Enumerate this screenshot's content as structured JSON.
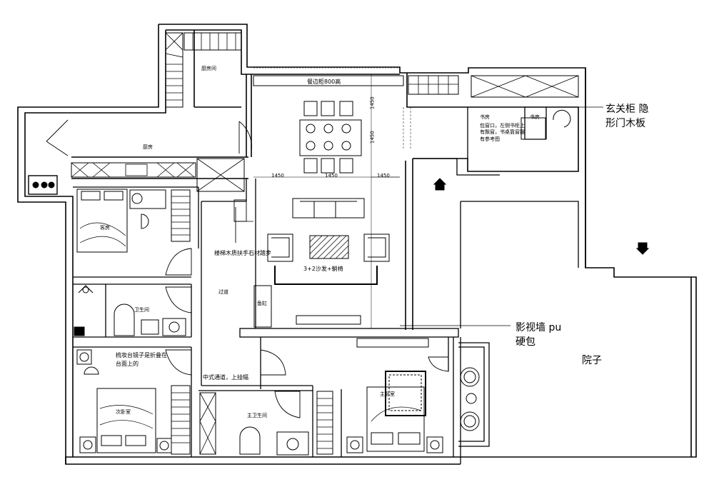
{
  "plan": {
    "rooms": {
      "kitchen_top": "厨房间",
      "kitchen": "厨房",
      "guest_room": "客房",
      "guest_bath": "卫生间",
      "second_bedroom": "次卧室",
      "corridor": "过道",
      "fish_tank": "鱼缸",
      "study_left": "书房",
      "study_right": "书房",
      "master_bedroom": "主卧室",
      "master_bath": "主卫生间",
      "yard": "院子"
    },
    "annotations": {
      "sideboard": "餐边柜800高",
      "stair_note": "楼梯木质扶手石材踏步",
      "sofa_set": "3+2沙发+躺椅",
      "chinese_arch": "中式通道，上挂幅",
      "dressing_table": "梳妆台镜子是折叠在",
      "dressing_table_2": "台面上的",
      "study_note": [
        "包窗口，左侧书柜上",
        "有飘窗，书桌靠窗摆",
        "有参考图"
      ],
      "entry_cabinet": [
        "玄关柜 隐",
        "形门木板"
      ],
      "tv_wall": [
        "影视墙 pu",
        "硬包"
      ]
    },
    "dimensions": {
      "d1": "1450",
      "d2": "1450",
      "d3": "1450",
      "v1": "1450",
      "v2": "1450"
    }
  }
}
